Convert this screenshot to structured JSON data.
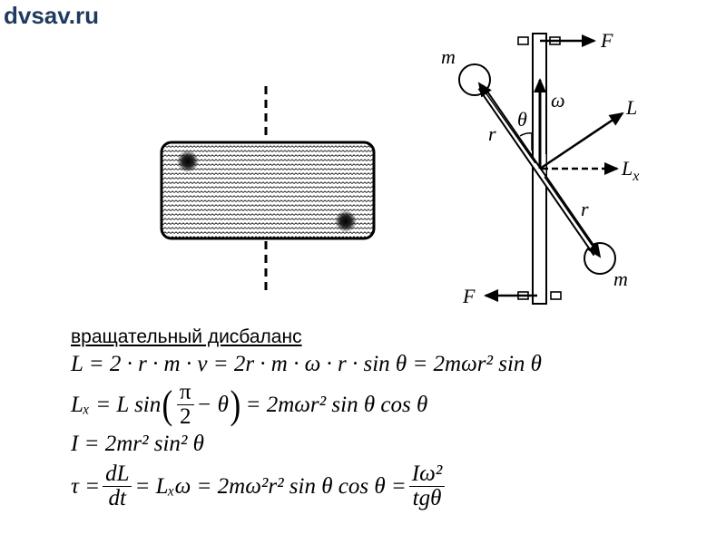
{
  "watermark": "dvsav.ru",
  "diagram": {
    "labels": {
      "mass_top": "m",
      "mass_bottom": "m",
      "radius_top": "r",
      "radius_bottom": "r",
      "theta": "θ",
      "omega": "ω⃗",
      "angular_momentum": "L⃗",
      "lx": "L",
      "lx_sub": "x",
      "force_top": "F⃗",
      "force_bottom": "F⃗"
    }
  },
  "text": {
    "heading": "вращательный  дисбаланс",
    "eq1": "L = 2 · r · m · v = 2r · m · ω · r · sin θ = 2mωr² sin θ",
    "eq2_lhs": "Lₓ = L sin",
    "eq2_num": "π",
    "eq2_den": "2",
    "eq2_mid": "− θ",
    "eq2_rhs": "= 2mωr² sin θ cos θ",
    "eq3": "I = 2mr² sin² θ",
    "eq4_lhs": "τ =",
    "eq4_num1": "dL",
    "eq4_den1": "dt",
    "eq4_mid": "= Lₓω = 2mω²r² sin θ cos θ =",
    "eq4_num2": "Iω²",
    "eq4_den2": "tgθ"
  }
}
